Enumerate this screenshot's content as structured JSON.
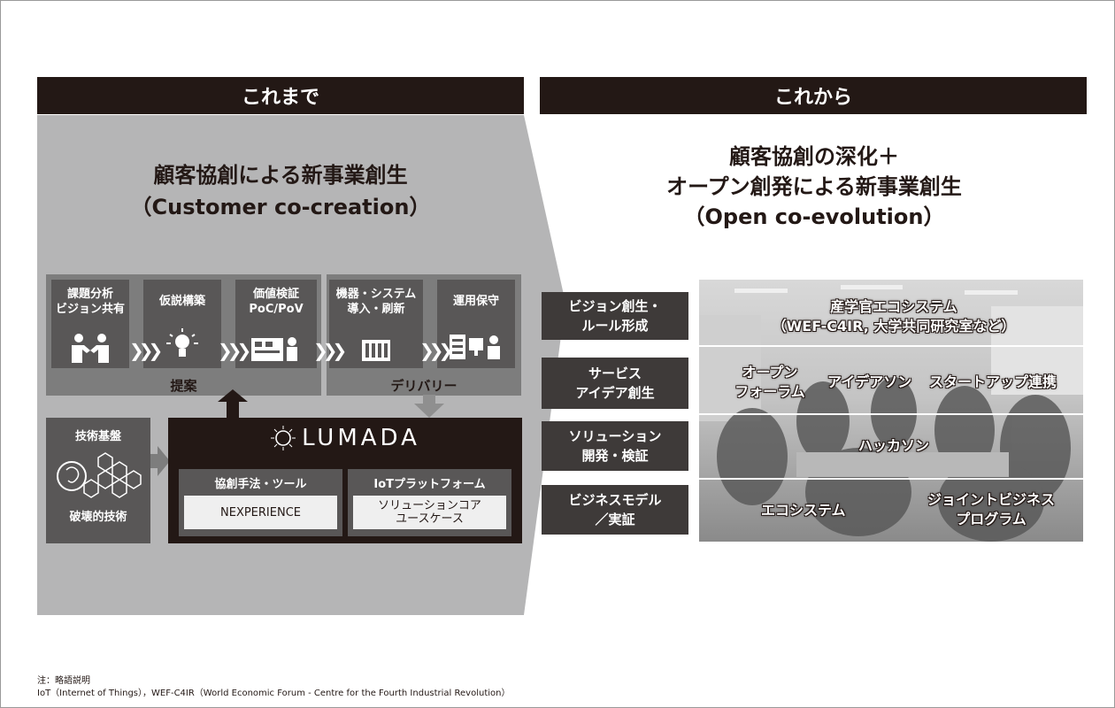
{
  "left": {
    "header": "これまで",
    "title_line1": "顧客協創による新事業創生",
    "title_line2": "（Customer co-creation）",
    "steps": [
      {
        "line1": "課題分析",
        "line2": "ビジョン共有",
        "icon": "handshake-icon"
      },
      {
        "line1": "仮説構築",
        "line2": "",
        "icon": "lightbulb-icon"
      },
      {
        "line1": "価値検証",
        "line2": "PoC/PoV",
        "icon": "factory-worker-icon"
      },
      {
        "line1": "機器・システム",
        "line2": "導入・刷新",
        "icon": "building-icon"
      },
      {
        "line1": "運用保守",
        "line2": "",
        "icon": "operator-computer-icon"
      }
    ],
    "proposal_label": "提案",
    "delivery_label": "デリバリー",
    "tech_base_label": "技術基盤",
    "disruptive_tech_label": "破壊的技術",
    "lumada_logo": "LUMADA",
    "co_creation_tools_header": "協創手法・ツール",
    "co_creation_tools_value": "NEXPERIENCE",
    "iot_platform_header": "IoTプラットフォーム",
    "iot_platform_value_line1": "ソリューションコア",
    "iot_platform_value_line2": "ユースケース"
  },
  "right": {
    "header": "これから",
    "title_line1": "顧客協創の深化＋",
    "title_line2": "オープン創発による新事業創生",
    "title_line3": "（Open co-evolution）",
    "rows": [
      {
        "label_line1": "ビジョン創生・",
        "label_line2": "ルール形成"
      },
      {
        "label_line1": "サービス",
        "label_line2": "アイデア創生"
      },
      {
        "label_line1": "ソリューション",
        "label_line2": "開発・検証"
      },
      {
        "label_line1": "ビジネスモデル",
        "label_line2": "／実証"
      }
    ],
    "overlay": {
      "ecosystem_line1": "産学官エコシステム",
      "ecosystem_line2": "（WEF-C4IR, 大学共同研究室など）",
      "open_forum_line1": "オープン",
      "open_forum_line2": "フォーラム",
      "ideathon": "アイデアソン",
      "startup": "スタートアップ連携",
      "hackathon": "ハッカソン",
      "ecosystem": "エコシステム",
      "joint_business_line1": "ジョイントビジネス",
      "joint_business_line2": "プログラム"
    }
  },
  "notes": {
    "line1": "注：略語説明",
    "line2": "IoT（Internet of Things），WEF-C4IR（World Economic Forum - Centre for the Fourth Industrial Revolution）"
  },
  "colors": {
    "header_bg": "#231815",
    "panel_grey": "#b5b5b6",
    "band_grey": "#7d7d7d",
    "box_dark": "#595757",
    "row_label_bg": "#3e3a39"
  }
}
